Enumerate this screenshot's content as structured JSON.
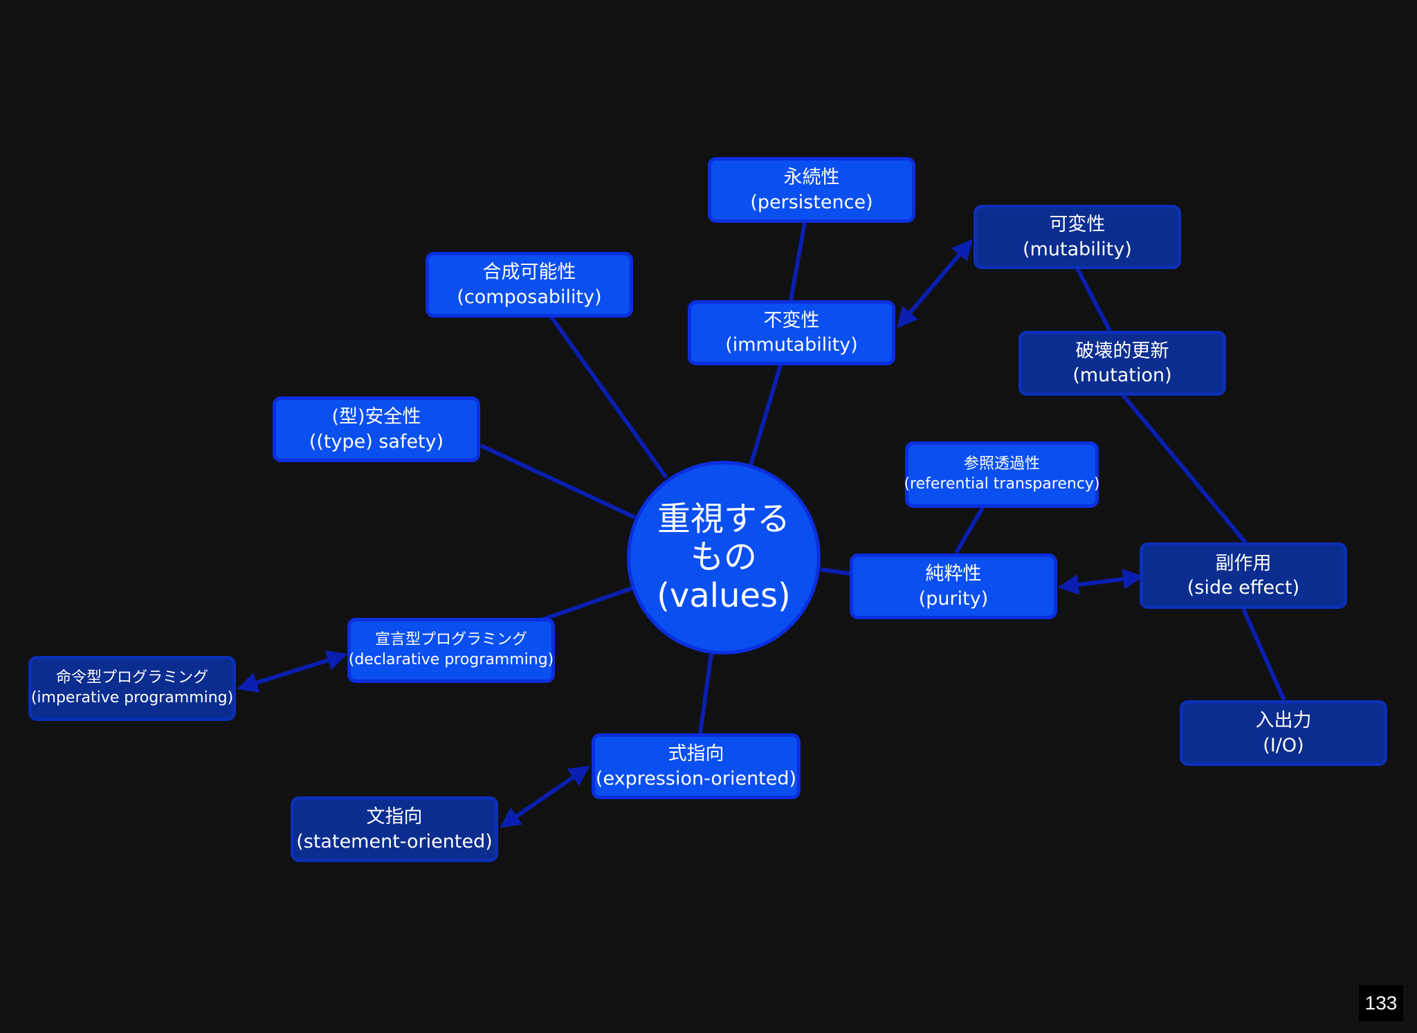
{
  "center": {
    "line1": "重視する",
    "line2": "もの",
    "line3": "(values)"
  },
  "nodes": {
    "persistence": {
      "ja": "永続性",
      "en": "(persistence)"
    },
    "mutability": {
      "ja": "可変性",
      "en": "(mutability)"
    },
    "composability": {
      "ja": "合成可能性",
      "en": "(composability)"
    },
    "immutability": {
      "ja": "不変性",
      "en": "(immutability)"
    },
    "mutation": {
      "ja": "破壊的更新",
      "en": "(mutation)"
    },
    "type_safety": {
      "ja": "(型)安全性",
      "en": "((type) safety)"
    },
    "referential_transparency": {
      "ja": "参照透過性",
      "en": "(referential transparency)"
    },
    "purity": {
      "ja": "純粋性",
      "en": "(purity)"
    },
    "side_effect": {
      "ja": "副作用",
      "en": "(side effect)"
    },
    "declarative": {
      "ja": "宣言型プログラミング",
      "en": "(declarative programming)"
    },
    "imperative": {
      "ja": "命令型プログラミング",
      "en": "(imperative programming)"
    },
    "io": {
      "ja": "入出力",
      "en": "(I/O)"
    },
    "expression_oriented": {
      "ja": "式指向",
      "en": "(expression-oriented)"
    },
    "statement_oriented": {
      "ja": "文指向",
      "en": "(statement-oriented)"
    }
  },
  "edges": [
    {
      "from": "values",
      "to": "immutability",
      "directed": false
    },
    {
      "from": "immutability",
      "to": "persistence",
      "directed": false
    },
    {
      "from": "immutability",
      "to": "mutability",
      "directed": true
    },
    {
      "from": "mutability",
      "to": "mutation",
      "directed": false
    },
    {
      "from": "mutation",
      "to": "side_effect",
      "directed": false
    },
    {
      "from": "values",
      "to": "composability",
      "directed": false
    },
    {
      "from": "values",
      "to": "type_safety",
      "directed": false
    },
    {
      "from": "values",
      "to": "purity",
      "directed": false
    },
    {
      "from": "purity",
      "to": "referential_transparency",
      "directed": false
    },
    {
      "from": "purity",
      "to": "side_effect",
      "directed": true
    },
    {
      "from": "side_effect",
      "to": "io",
      "directed": false
    },
    {
      "from": "values",
      "to": "declarative",
      "directed": false
    },
    {
      "from": "declarative",
      "to": "imperative",
      "directed": true
    },
    {
      "from": "values",
      "to": "expression_oriented",
      "directed": false
    },
    {
      "from": "expression_oriented",
      "to": "statement_oriented",
      "directed": true
    }
  ],
  "colors": {
    "background": "#111111",
    "node_bright": "#0a4ff0",
    "node_dark": "#0b2d8f",
    "edge": "#0a1fb0"
  },
  "page_number": "133"
}
